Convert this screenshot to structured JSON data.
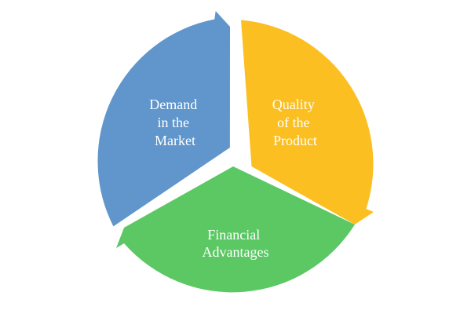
{
  "diagram": {
    "type": "cycle",
    "segments": [
      {
        "id": "demand",
        "lines": [
          "Demand",
          "in the",
          "Market"
        ],
        "color": "#6096cb"
      },
      {
        "id": "quality",
        "lines": [
          "Quality",
          "of the",
          "Product"
        ],
        "color": "#fbbf22"
      },
      {
        "id": "financial",
        "lines": [
          "Financial",
          "Advantages"
        ],
        "color": "#5bc864"
      }
    ]
  }
}
